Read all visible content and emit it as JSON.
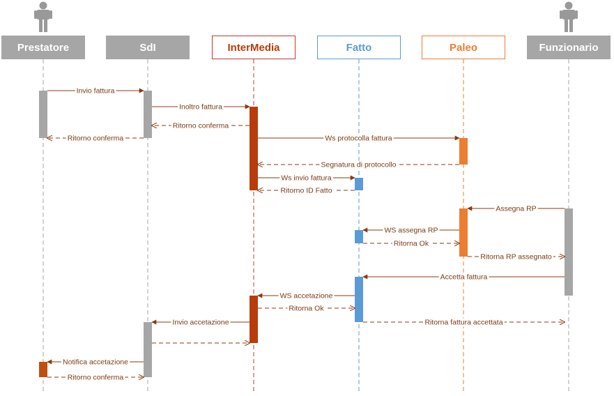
{
  "participants": [
    {
      "id": "prestatore",
      "label": "Prestatore",
      "style": "filled",
      "color": "#a6a6a6",
      "actor": true
    },
    {
      "id": "sdi",
      "label": "SdI",
      "style": "filled",
      "color": "#a6a6a6",
      "actor": false
    },
    {
      "id": "intermedia",
      "label": "InterMedia",
      "style": "outline",
      "color": "#c0392b",
      "actor": false
    },
    {
      "id": "fatto",
      "label": "Fatto",
      "style": "outline",
      "color": "#5b9bd5",
      "actor": false
    },
    {
      "id": "paleo",
      "label": "Paleo",
      "style": "outline",
      "color": "#ed7d31",
      "actor": false
    },
    {
      "id": "funzionario",
      "label": "Funzionario",
      "style": "filled",
      "color": "#a6a6a6",
      "actor": true
    }
  ],
  "activations": [
    {
      "on": "prestatore",
      "from": 1,
      "to": 3,
      "color": "#a6a6a6"
    },
    {
      "on": "sdi",
      "from": 1,
      "to": 3,
      "color": "#a6a6a6"
    },
    {
      "on": "intermedia",
      "from": 2,
      "to": 7,
      "color": "#b83c0b"
    },
    {
      "on": "paleo",
      "from": 4,
      "to": 5,
      "color": "#ed7d31"
    },
    {
      "on": "fatto",
      "from": 6,
      "to": 7,
      "color": "#5b9bd5"
    },
    {
      "on": "funzionario",
      "from": 8,
      "to": 13,
      "color": "#a6a6a6"
    },
    {
      "on": "paleo",
      "from": 8,
      "to": 11,
      "color": "#ed7d31"
    },
    {
      "on": "fatto",
      "from": 9,
      "to": 10,
      "color": "#5b9bd5"
    },
    {
      "on": "fatto",
      "from": 12,
      "to": 15,
      "color": "#5b9bd5"
    },
    {
      "on": "intermedia",
      "from": 13,
      "to": 16,
      "color": "#b83c0b"
    },
    {
      "on": "sdi",
      "from": 15,
      "to": 18,
      "color": "#a6a6a6"
    },
    {
      "on": "prestatore",
      "from": 17,
      "to": 18,
      "color": "#c0500e"
    }
  ],
  "messages": [
    {
      "step": 1,
      "from": "prestatore",
      "to": "sdi",
      "label": "Invio fattura",
      "dashed": false
    },
    {
      "step": 2,
      "from": "sdi",
      "to": "intermedia",
      "label": "Inoltro fattura",
      "dashed": false
    },
    {
      "step": 2.6,
      "from": "intermedia",
      "to": "sdi",
      "label": "Ritorno conferma",
      "dashed": true
    },
    {
      "step": 3,
      "from": "sdi",
      "to": "prestatore",
      "label": "Ritorno conferma",
      "dashed": true
    },
    {
      "step": 4,
      "from": "intermedia",
      "to": "paleo",
      "label": "Ws protocolla fattura",
      "dashed": false
    },
    {
      "step": 5,
      "from": "paleo",
      "to": "intermedia",
      "label": "Segnatura di protocollo",
      "dashed": true
    },
    {
      "step": 6,
      "from": "intermedia",
      "to": "fatto",
      "label": "Ws invio fattura",
      "dashed": false
    },
    {
      "step": 7,
      "from": "fatto",
      "to": "intermedia",
      "label": "Ritorno ID Fatto",
      "dashed": true
    },
    {
      "step": 8,
      "from": "funzionario",
      "to": "paleo",
      "label": "Assegna RP",
      "dashed": false
    },
    {
      "step": 9,
      "from": "paleo",
      "to": "fatto",
      "label": "WS assegna RP",
      "dashed": false
    },
    {
      "step": 10,
      "from": "fatto",
      "to": "paleo",
      "label": "Ritorna Ok",
      "dashed": true
    },
    {
      "step": 11,
      "from": "paleo",
      "to": "funzionario",
      "label": "Ritorna RP assegnato",
      "dashed": true
    },
    {
      "step": 12,
      "from": "funzionario",
      "to": "fatto",
      "label": "Accetta fattura",
      "dashed": false
    },
    {
      "step": 13,
      "from": "fatto",
      "to": "intermedia",
      "label": "WS accetazione",
      "dashed": false
    },
    {
      "step": 14,
      "from": "intermedia",
      "to": "fatto",
      "label": "Ritorna Ok",
      "dashed": true
    },
    {
      "step": 15,
      "from": "fatto",
      "to": "funzionario",
      "label": "Ritorna fattura accettata",
      "dashed": true
    },
    {
      "step": 15.3,
      "from": "intermedia",
      "to": "sdi",
      "label": "Invio accetazione",
      "dashed": false
    },
    {
      "step": 16,
      "from": "sdi",
      "to": "intermedia",
      "label": "",
      "dashed": true
    },
    {
      "step": 17,
      "from": "sdi",
      "to": "prestatore",
      "label": "Notifica accetazione",
      "dashed": false
    },
    {
      "step": 18,
      "from": "prestatore",
      "to": "sdi",
      "label": "Ritorno conferma",
      "dashed": true
    }
  ],
  "colors": {
    "arrow": "#8b3a0e",
    "lifeline": "#a6a6a6",
    "actor": "#999999"
  }
}
